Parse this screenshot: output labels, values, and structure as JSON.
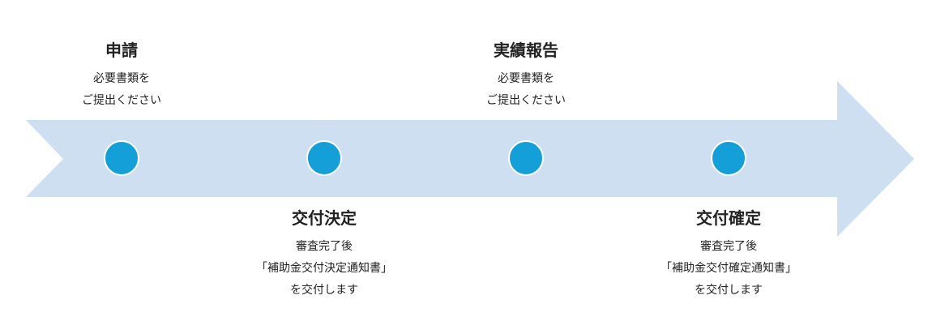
{
  "colors": {
    "arrow_fill": "#cddff0",
    "dot_fill": "#159fd9"
  },
  "steps": [
    {
      "title": "申請",
      "lines": [
        "必要書類を",
        "ご提出ください"
      ]
    },
    {
      "title": "交付決定",
      "lines": [
        "審査完了後",
        "「補助金交付決定通知書」",
        "を交付します"
      ]
    },
    {
      "title": "実績報告",
      "lines": [
        "必要書類を",
        "ご提出ください"
      ]
    },
    {
      "title": "交付確定",
      "lines": [
        "審査完了後",
        "「補助金交付確定通知書」",
        "を交付します"
      ]
    }
  ]
}
